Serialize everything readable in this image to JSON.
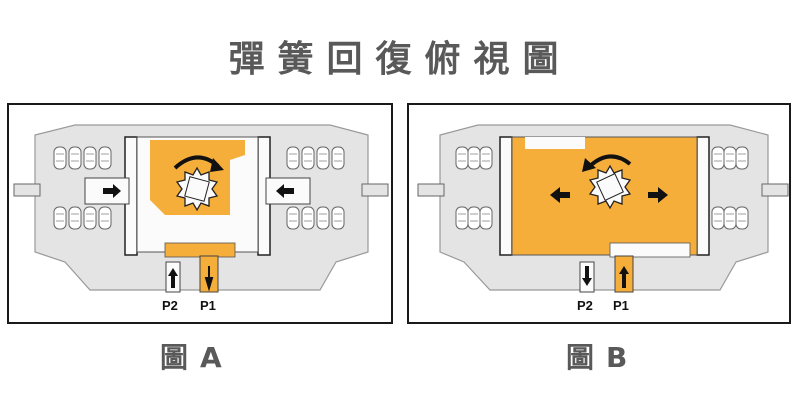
{
  "title": "彈簧回復俯視圖",
  "colors": {
    "oil": "#f6ae3b",
    "body": "#e4e4e4",
    "inner": "#fbfbfb",
    "frame": "#1a1a1a",
    "text": "#595959"
  },
  "figures": [
    {
      "caption_char": "圖",
      "caption_letter": "A",
      "port_left": "P2",
      "port_right": "P1"
    },
    {
      "caption_char": "圖",
      "caption_letter": "B",
      "port_left": "P2",
      "port_right": "P1"
    }
  ]
}
